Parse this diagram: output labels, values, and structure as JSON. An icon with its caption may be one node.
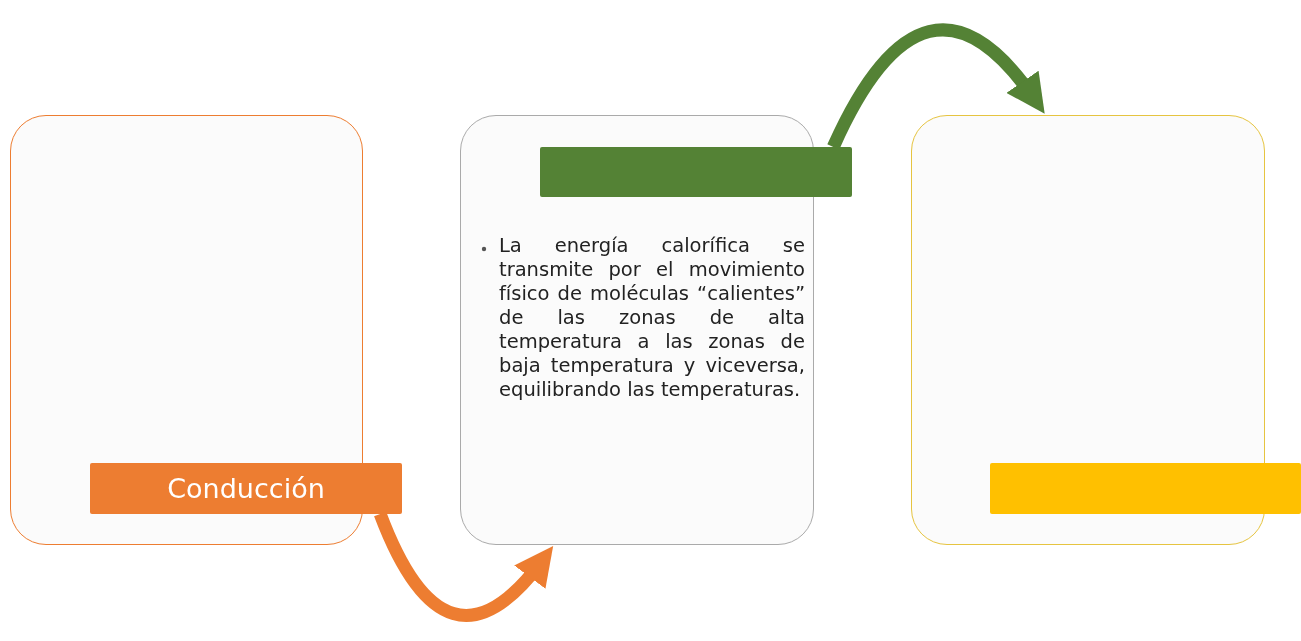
{
  "diagram": {
    "nodes": [
      {
        "text": [],
        "shape": "box"
      },
      {
        "text": [
          "Conducción"
        ]
      },
      {
        "text": [
          "La energía calorífica se transmite por el movimiento físico de moléculas “calientes” de las zonas de alta temperatura a las zonas de baja temperatura y viceversa, equilibrando las temperaturas."
        ]
      },
      {
        "text": [],
        "shape": "bar"
      },
      {
        "text": [],
        "shape": "box"
      },
      {
        "text": [],
        "shape": "bar"
      }
    ],
    "edges": [
      {
        "from": 1,
        "to": 2,
        "arrow": "to",
        "color": "#ed7d31"
      },
      {
        "from": 3,
        "to": 4,
        "arrow": "to",
        "color": "#548235"
      }
    ]
  }
}
